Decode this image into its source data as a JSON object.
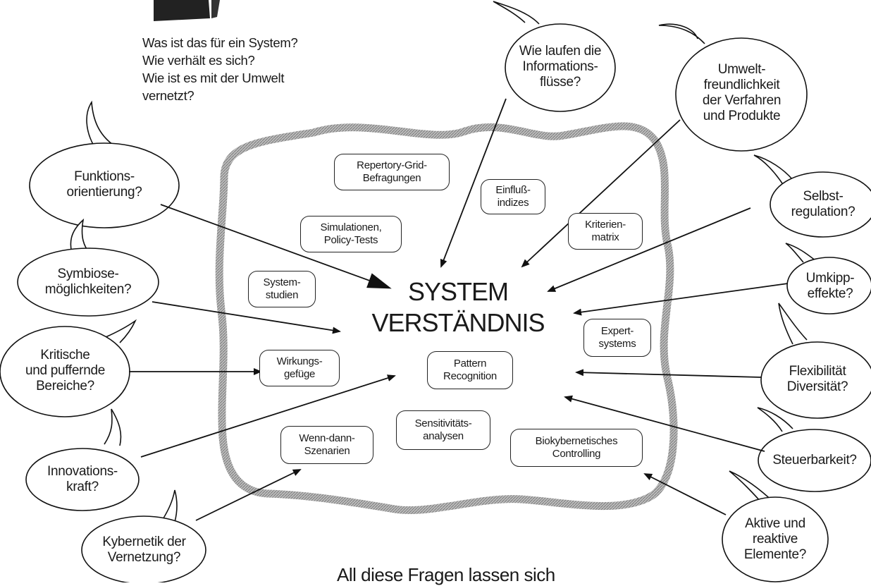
{
  "header": {
    "questions": [
      "Was ist das für ein System?",
      "Wie verhält es sich?",
      "Wie ist es mit der Umwelt",
      "vernetzt?"
    ]
  },
  "center_title": {
    "line1": "SYSTEM",
    "line2": "VERSTÄNDNIS"
  },
  "bubbles": {
    "informationsfluesse": "Wie laufen die\nInformations-\nflüsse?",
    "umweltfreundlichkeit": "Umwelt-\nfreundlichkeit\nder Verfahren\nund Produkte",
    "funktionsorientierung": "Funktions-\norientierung?",
    "selbstregulation": "Selbst-\nregulation?",
    "symbiose": "Symbiose-\nmöglichkeiten?",
    "umkippeffekte": "Umkipp-\neffekte?",
    "kritische_bereiche": "Kritische\nund puffernde\nBereiche?",
    "flexibilitaet": "Flexibilität\nDiversität?",
    "innovationskraft": "Innovations-\nkraft?",
    "steuerbarkeit": "Steuerbarkeit?",
    "kybernetik": "Kybernetik der\nVernetzung?",
    "aktive_elemente": "Aktive und\nreaktive\nElemente?"
  },
  "methods": {
    "repertory_grid": "Repertory-Grid-\nBefragungen",
    "einfluss_indizes": "Einfluß-\nindizes",
    "simulationen": "Simulationen,\nPolicy-Tests",
    "kriterienmatrix": "Kriterien-\nmatrix",
    "systemstudien": "System-\nstudien",
    "expertsystems": "Expert-\nsystems",
    "wirkungsgefuege": "Wirkungs-\ngefüge",
    "pattern_recognition": "Pattern\nRecognition",
    "sensitivitaetsanalysen": "Sensitivitäts-\nanalysen",
    "wenn_dann": "Wenn-dann-\nSzenarien",
    "biokybernetisches_controlling": "Biokybernetisches\nControlling"
  },
  "footer": {
    "text": "All diese Fragen lassen sich"
  }
}
